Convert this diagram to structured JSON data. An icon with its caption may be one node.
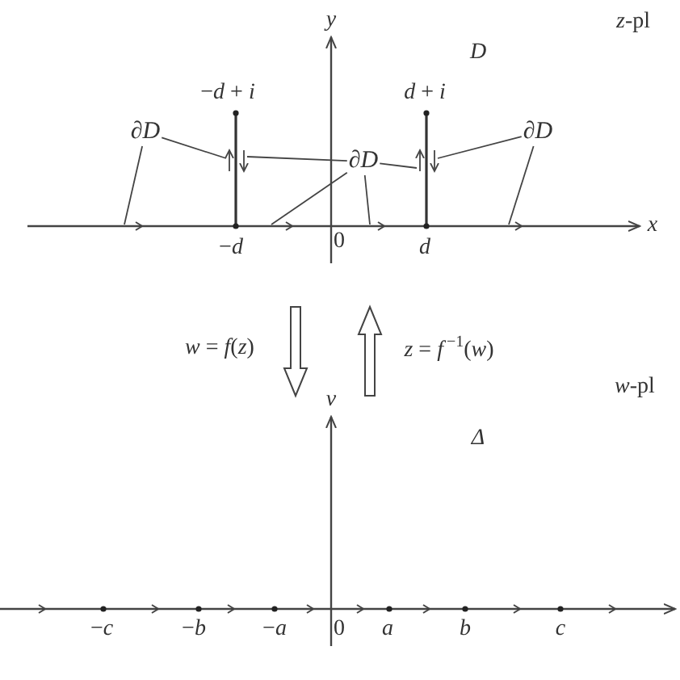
{
  "diagram": {
    "nodes": [
      {
        "text": [
          "∂D"
        ]
      },
      {
        "text": [
          "∂D"
        ]
      },
      {
        "text": [
          "∂D"
        ]
      }
    ],
    "edges": [
      {
        "from": 0,
        "to": null,
        "arrow": "none"
      },
      {
        "from": 0,
        "to": null,
        "arrow": "none"
      },
      {
        "from": 1,
        "to": null,
        "arrow": "none"
      },
      {
        "from": 1,
        "to": null,
        "arrow": "none"
      },
      {
        "from": 1,
        "to": null,
        "arrow": "none"
      },
      {
        "from": 1,
        "to": null,
        "arrow": "none"
      },
      {
        "from": 2,
        "to": null,
        "arrow": "none"
      },
      {
        "from": 2,
        "to": null,
        "arrow": "none"
      }
    ],
    "labels": [
      "*y*",
      "*z*-pl",
      "*D*",
      "−*d* + *i*",
      "*d* + *i*",
      "*x*",
      "−*d*",
      "0",
      "*d*",
      "*w* = *f*(*z*)",
      "*z* = *f*$^{−1}$(*w*)",
      "*w*-pl",
      "*v*",
      "*Δ*",
      "−*c*",
      "−*b*",
      "−*a*",
      "0",
      "*a*",
      "*b*",
      "*c*"
    ]
  }
}
